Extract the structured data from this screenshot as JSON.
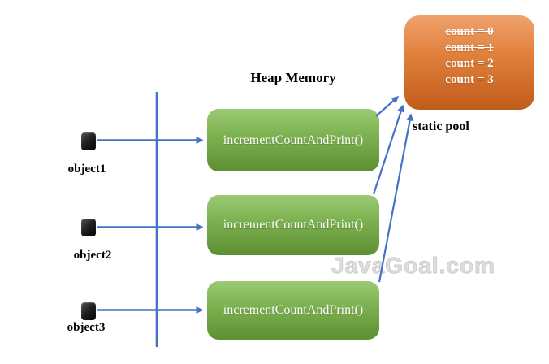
{
  "diagram": {
    "title": "Heap Memory",
    "objects": [
      {
        "label": "object1"
      },
      {
        "label": "object2"
      },
      {
        "label": "object3"
      }
    ],
    "heap_methods": [
      {
        "label": "incrementCountAndPrint()"
      },
      {
        "label": "incrementCountAndPrint()"
      },
      {
        "label": "incrementCountAndPrint()"
      }
    ],
    "static_pool": {
      "label": "static pool",
      "entries": [
        {
          "text": "count = 0",
          "struck": true
        },
        {
          "text": "count = 1",
          "struck": true
        },
        {
          "text": "count = 2",
          "struck": true
        },
        {
          "text": "count = 3",
          "struck": false
        }
      ]
    },
    "watermark": "JavaGoal.com",
    "colors": {
      "arrow_blue": "#4472c4",
      "method_green_top": "#9cca74",
      "method_green_bottom": "#5d8f33",
      "pool_orange_top": "#efa26c",
      "pool_orange_bottom": "#c25c1c",
      "object_icon_black": "#000000"
    }
  }
}
